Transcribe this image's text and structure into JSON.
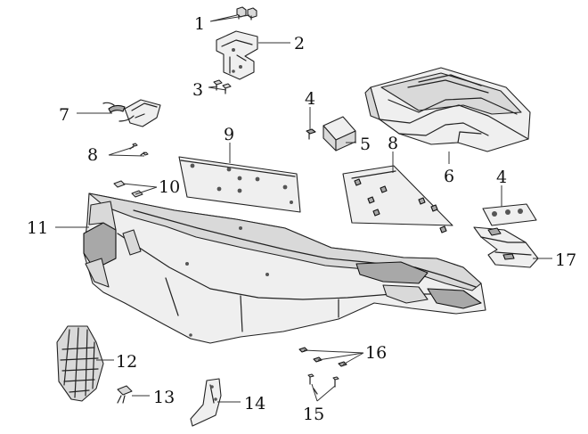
{
  "diagram": {
    "callouts": [
      {
        "id": "c1",
        "label": "1"
      },
      {
        "id": "c2",
        "label": "2"
      },
      {
        "id": "c3",
        "label": "3"
      },
      {
        "id": "c4a",
        "label": "4"
      },
      {
        "id": "c4b",
        "label": "4"
      },
      {
        "id": "c5",
        "label": "5"
      },
      {
        "id": "c6",
        "label": "6"
      },
      {
        "id": "c7",
        "label": "7"
      },
      {
        "id": "c8a",
        "label": "8"
      },
      {
        "id": "c8b",
        "label": "8"
      },
      {
        "id": "c9",
        "label": "9"
      },
      {
        "id": "c10",
        "label": "10"
      },
      {
        "id": "c11",
        "label": "11"
      },
      {
        "id": "c12",
        "label": "12"
      },
      {
        "id": "c13",
        "label": "13"
      },
      {
        "id": "c14",
        "label": "14"
      },
      {
        "id": "c15",
        "label": "15"
      },
      {
        "id": "c16",
        "label": "16"
      },
      {
        "id": "c17",
        "label": "17"
      }
    ]
  }
}
